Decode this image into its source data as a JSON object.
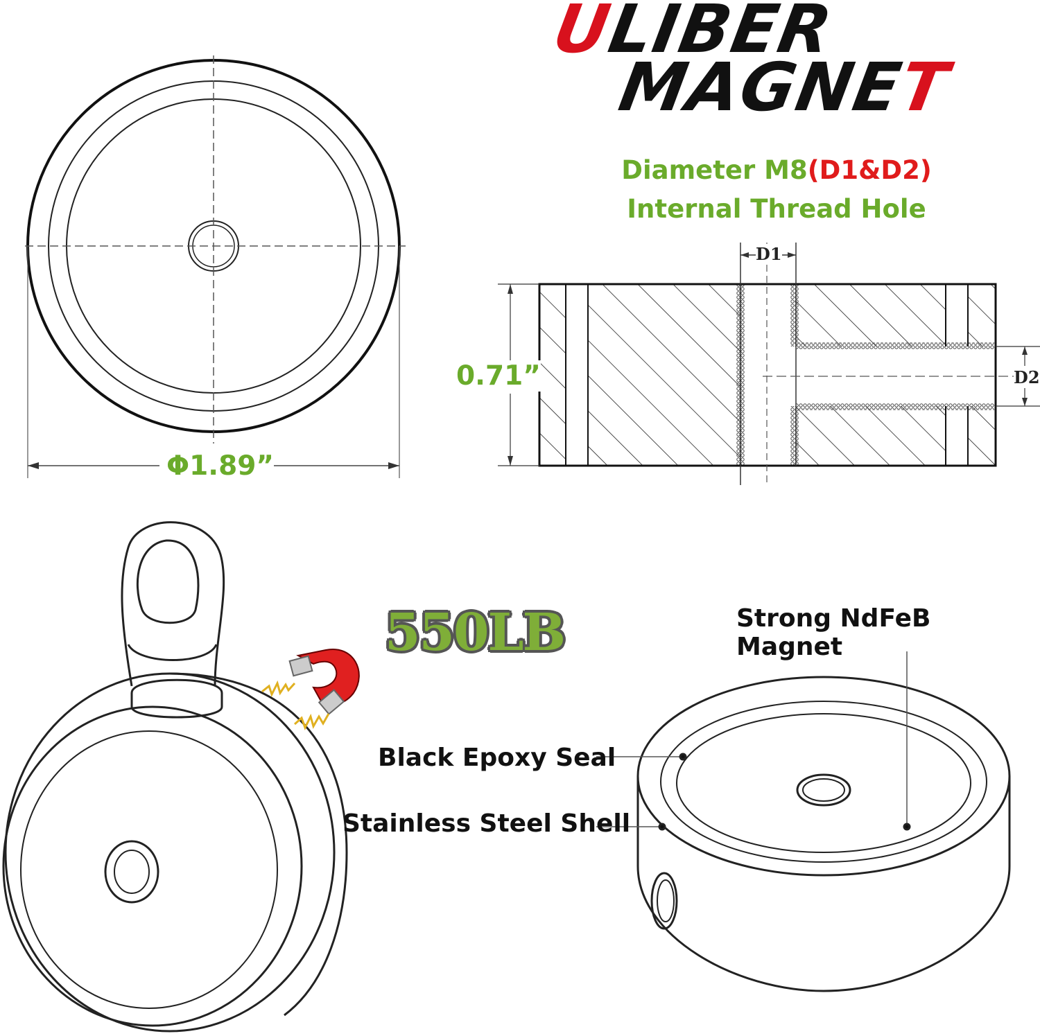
{
  "logo": {
    "line1_red": "U",
    "line1_rest": "LIBER",
    "line2_a": "MAGNE",
    "line2_red": "T"
  },
  "spec": {
    "line1_green": "Diameter M8",
    "line1_red": "(D1&D2)",
    "line2": "Internal Thread Hole"
  },
  "dimensions": {
    "diameter": "Φ1.89”",
    "height": "0.71”",
    "d1": "D1",
    "d2": "D2"
  },
  "force": "550LB",
  "callouts": {
    "magnet": "Strong NdFeB Magnet",
    "epoxy": "Black Epoxy Seal",
    "shell": "Stainless Steel Shell"
  },
  "colors": {
    "accent_green": "#6aab2b",
    "accent_red": "#e01b1b",
    "logo_red": "#d8111d"
  }
}
